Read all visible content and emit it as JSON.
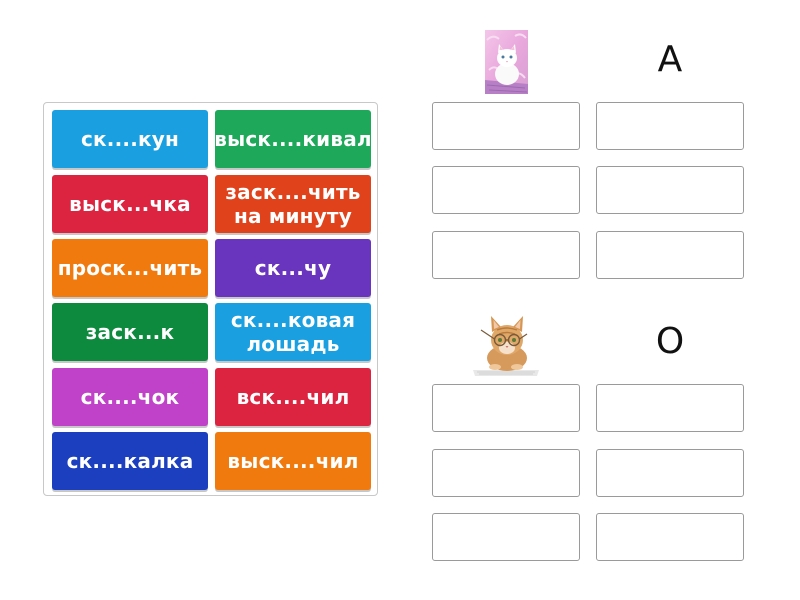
{
  "word_bank": {
    "tiles": [
      {
        "text": "ск....кун",
        "color": "#1a9fe0"
      },
      {
        "text": "выск....кивал",
        "color": "#1ea85a"
      },
      {
        "text": "выск...чка",
        "color": "#dc233f"
      },
      {
        "text": "заск....чить на минуту",
        "color": "#e0421b"
      },
      {
        "text": "проск...чить",
        "color": "#f17a0e"
      },
      {
        "text": "ск...чу",
        "color": "#6a35be"
      },
      {
        "text": "заск...к",
        "color": "#0e8a3e"
      },
      {
        "text": "ск....ковая лошадь",
        "color": "#1a9fe0"
      },
      {
        "text": "ск....чок",
        "color": "#c042c8"
      },
      {
        "text": "вск....чил",
        "color": "#dc233f"
      },
      {
        "text": "ск....калка",
        "color": "#1b3fbf"
      },
      {
        "text": "выск....чил",
        "color": "#f17a0e"
      }
    ]
  },
  "groups": [
    {
      "image": "white-kitten-photo",
      "letter": "А"
    },
    {
      "image": "ginger-kitten-with-glasses-photo",
      "letter": "О"
    }
  ],
  "slot_border_color": "#9a9a9a"
}
